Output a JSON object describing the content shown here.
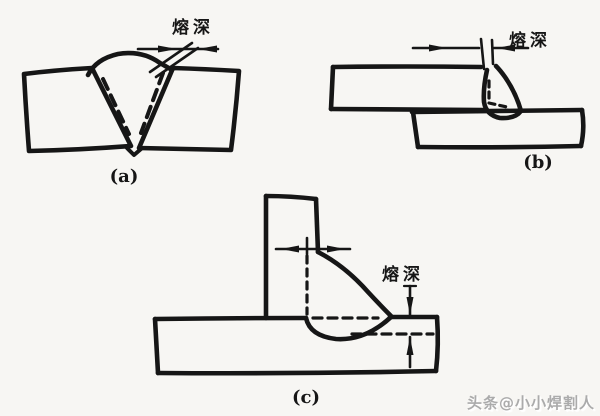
{
  "figure": {
    "panels": [
      {
        "caption": "(a)",
        "depth_label": "熔深"
      },
      {
        "caption": "(b)",
        "depth_label": "熔深"
      },
      {
        "caption": "(c)",
        "depth_label": "熔深"
      }
    ],
    "watermark": "头条@小小焊割人",
    "colors": {
      "ink": "#161616",
      "paper": "#f7f6f3",
      "watermark_gray": "#ababab"
    }
  }
}
